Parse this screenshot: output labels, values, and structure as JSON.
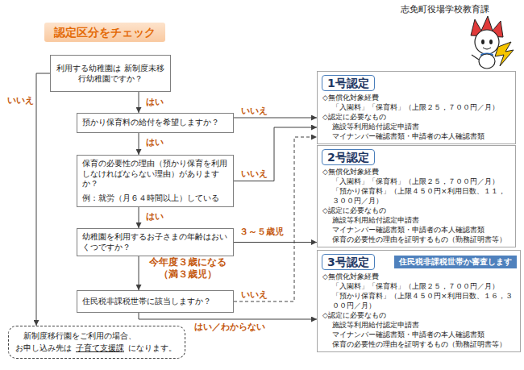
{
  "diagram": {
    "title": "認定区分をチェック",
    "nodes": [
      {
        "text": [
          "利用する幼稚園は 新制度未移行幼稚園ですか？"
        ]
      },
      {
        "text": [
          "預かり保育料の給付を希望しますか？"
        ]
      },
      {
        "text": [
          "保育の必要性の理由（預かり保育を利用しなければならない理由）がありますか？",
          "例：就労（月６４時間以上）している"
        ]
      },
      {
        "text": [
          "幼稚園を利用するお子さまの年齢はおいくつですか？"
        ]
      },
      {
        "text": [
          "住民税非課税世帯に該当しますか？"
        ]
      },
      {
        "text": [
          "新制度移行園をご利用の場合、",
          "お申し込み先は",
          "子育て支援課",
          "になります。"
        ]
      },
      {
        "text": [
          "◇無償化対象経費",
          "「入園料」「保育料」（上限２５，７００円／月）",
          "◇認定に必要なもの",
          "施設等利用給付認定申請書",
          "マイナンバー確認書類・申請者の本人確認書類"
        ]
      },
      {
        "text": [
          "1号認定"
        ],
        "in": 6
      },
      {
        "text": [
          "◇無償化対象経費",
          "「入園料」「保育料」（上限２５，７００円／月）",
          "「預かり保育料」（上限４５０円×利用日数、１１，３００円／月）",
          "◇認定に必要なもの",
          "施設等利用給付認定申請書",
          "マイナンバー確認書類・申請者の本人確認書類",
          "保育の必要性の理由を証明するもの（勤務証明書等）"
        ]
      },
      {
        "text": [
          "2号認定"
        ],
        "in": 8
      },
      {
        "text": [
          "◇無償化対象経費",
          "「入園料」「保育料」（上限２５，７００円／月）",
          "「預かり保育料」（上限４５０円×利用日数、１６，３００円／月）",
          "◇認定に必要なもの",
          "施設等利用給付認定申請書",
          "マイナンバー確認書類・申請者の本人確認書類",
          "保育の必要性の理由を証明するもの（勤務証明書等）"
        ]
      },
      {
        "text": [
          "3号認定"
        ],
        "in": 10
      },
      {
        "text": [
          "住民税非課税世帯か審査します"
        ],
        "in": 10
      }
    ],
    "edges": [
      {
        "from": 0,
        "to": 1,
        "label": "はい",
        "arrow": "to"
      },
      {
        "from": 0,
        "to": 5,
        "label": "いいえ",
        "arrow": "to"
      },
      {
        "from": 1,
        "to": 6,
        "label": "いいえ",
        "arrow": "to"
      },
      {
        "from": 1,
        "to": 2,
        "label": "はい",
        "arrow": "to"
      },
      {
        "from": 2,
        "to": 6,
        "label": "いいえ",
        "arrow": "to"
      },
      {
        "from": 2,
        "to": 3,
        "label": "はい",
        "arrow": "to"
      },
      {
        "from": 3,
        "to": 8,
        "label": "３～５歳児",
        "arrow": "to"
      },
      {
        "from": 3,
        "to": 4,
        "label": "今年度３歳になる （満３歳児）",
        "arrow": "to"
      },
      {
        "from": 4,
        "to": 6,
        "label": "いいえ",
        "arrow": "to"
      },
      {
        "from": 4,
        "to": 10,
        "label": "はい／わからない",
        "arrow": "to"
      }
    ],
    "labels": [
      "志免町役場学校教育課"
    ]
  }
}
